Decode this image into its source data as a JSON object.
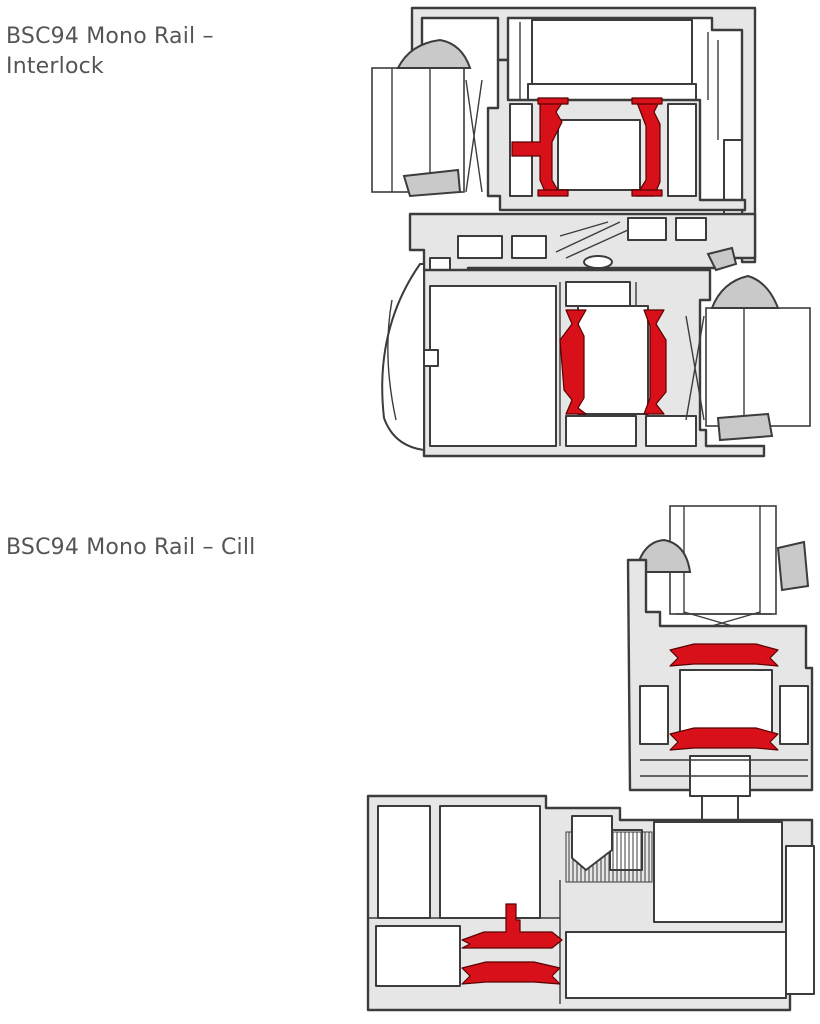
{
  "captions": {
    "interlock": {
      "line1": "BSC94 Mono Rail –",
      "line2": "Interlock"
    },
    "cill": {
      "line1": "BSC94 Mono Rail – Cill"
    }
  },
  "colors": {
    "profile_fill": "#e6e6e6",
    "profile_stroke": "#3c3c3c",
    "thermal_break": "#d8101a",
    "caption_text": "#555555"
  }
}
